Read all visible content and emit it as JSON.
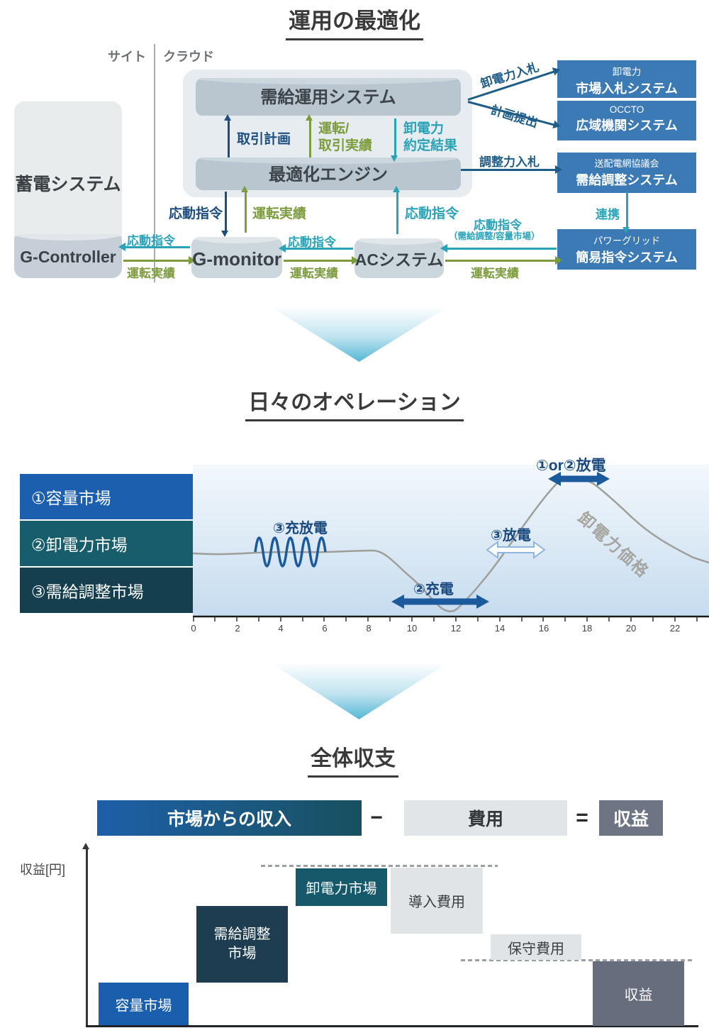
{
  "section1": {
    "title": "運用の最適化",
    "site_label": "サイト",
    "cloud_label": "クラウド",
    "storage_system": "蓄電システム",
    "g_controller": "G-Controller",
    "supply_demand_system": "需給運用システム",
    "optimization_engine": "最適化エンジン",
    "g_monitor": "G-monitor",
    "ac_system": "ACシステム",
    "flow": {
      "trade_plan": "取引計画",
      "op_line1": "運転/",
      "op_line2": "取引実績",
      "wholesale_line1": "卸電力",
      "wholesale_line2": "約定結果",
      "response_command": "応動指令",
      "operation_results": "運転実績",
      "response_command_sub": "（需給調整/容量市場）",
      "wholesale_bid": "卸電力入札",
      "plan_submission": "計画提出",
      "adjustment_bid": "調整力入札",
      "cooperation": "連携"
    },
    "external_systems": [
      {
        "line1": "卸電力",
        "line2": "市場入札システム"
      },
      {
        "line1": "OCCTO",
        "line2": "広域機関システム"
      },
      {
        "line1": "送配電網協議会",
        "line2": "需給調整システム"
      },
      {
        "line1": "パワーグリッド",
        "line2": "簡易指令システム"
      }
    ]
  },
  "daily": {
    "title": "日々のオペレーション",
    "legend": [
      "①容量市場",
      "②卸電力市場",
      "③需給調整市場"
    ],
    "annotations": {
      "charge_discharge": "③充放電",
      "charge": "②充電",
      "discharge_adjust": "③放電",
      "discharge_peak": "①or②放電",
      "price_curve": "卸電力価格"
    },
    "tick_labels": [
      "0",
      "2",
      "4",
      "6",
      "8",
      "10",
      "12",
      "14",
      "16",
      "18",
      "20",
      "22"
    ]
  },
  "balance": {
    "title": "全体収支",
    "formula": {
      "income": "市場からの収入",
      "minus": "−",
      "cost": "費用",
      "equals": "=",
      "profit": "収益"
    },
    "y_axis_label": "収益[円]",
    "bars": [
      {
        "label": "容量市場"
      },
      {
        "line1": "需給調整",
        "line2": "市場"
      },
      {
        "label": "卸電力市場"
      },
      {
        "label": "導入費用"
      },
      {
        "label": "保守費用"
      },
      {
        "label": "収益"
      }
    ]
  },
  "colors": {
    "navy_arrow": "#1d4e7d",
    "green_arrow": "#7d9c3e",
    "teal_arrow": "#2aa3b8",
    "steel_blue_flow": "#1e5d88",
    "external_box_blue": "#3c7ab5",
    "legend_capacity": "#1b5fae",
    "legend_wholesale": "#185d6c",
    "legend_adjustment": "#153f4e",
    "chart_annotation_navy": "#1b4a7e",
    "price_curve_gray": "#9f9f99",
    "income_gradient": [
      "#1d5fa7",
      "#17505f"
    ],
    "cost_box_gray": "#e2e5e7",
    "profit_box_gray": "#6d7483",
    "bar_capacity": "#1a5fad",
    "bar_adjustment": "#1e3d50",
    "bar_wholesale": "#15596b",
    "bar_cost_light": "#e0e4e6",
    "bar_profit": "#666d7c"
  },
  "chart_data": [
    {
      "type": "line",
      "title": "日々のオペレーション",
      "series": [
        {
          "name": "卸電力価格",
          "x": [
            0,
            2,
            4,
            6,
            8,
            9,
            10,
            11,
            12,
            13,
            14,
            15,
            16,
            17,
            18,
            19,
            20,
            21,
            22,
            23
          ],
          "y": [
            45,
            44,
            45,
            45,
            46,
            44,
            30,
            20,
            15,
            24,
            38,
            53,
            72,
            90,
            89,
            81,
            68,
            57,
            48,
            42
          ],
          "unit": "relative price index (0-100, unlabeled axis)"
        }
      ],
      "x_range": [
        0,
        23
      ],
      "x_ticks": [
        0,
        2,
        4,
        6,
        8,
        10,
        12,
        14,
        16,
        18,
        20,
        22
      ],
      "grid": false,
      "legend_position": "left",
      "legend": [
        "①容量市場",
        "②卸電力市場",
        "③需給調整市場"
      ],
      "annotations": [
        {
          "label": "③充放電",
          "x_range": [
            3,
            6
          ],
          "style": "sine-wave"
        },
        {
          "label": "②充電",
          "x_range": [
            9,
            13.5
          ],
          "style": "solid-double-arrow"
        },
        {
          "label": "③放電",
          "x_range": [
            13.5,
            16
          ],
          "style": "outline-double-arrow"
        },
        {
          "label": "①or②放電",
          "x_range": [
            16.3,
            19
          ],
          "style": "solid-double-arrow"
        },
        {
          "label": "卸電力価格",
          "style": "rotated-curve-label"
        }
      ]
    },
    {
      "type": "waterfall",
      "title": "全体収支",
      "ylabel": "収益[円]",
      "categories": [
        "容量市場",
        "需給調整市場",
        "卸電力市場",
        "導入費用",
        "保守費用",
        "収益"
      ],
      "relative_values": [
        62,
        108,
        53,
        -93,
        -36,
        93
      ],
      "roles": [
        "income",
        "income",
        "income",
        "cost",
        "cost",
        "result"
      ],
      "note": "values are relative bar heights in px; no numeric axis labels shown"
    }
  ]
}
